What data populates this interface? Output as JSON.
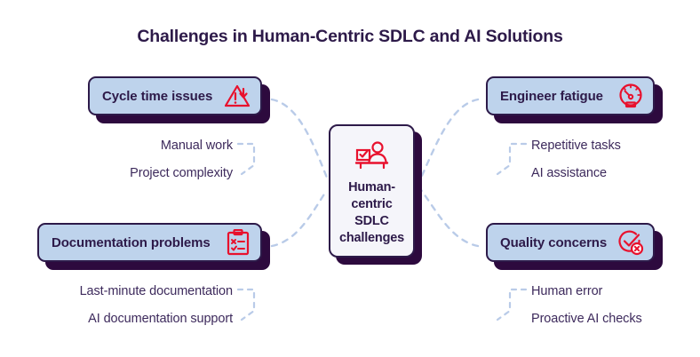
{
  "title": "Challenges in Human-Centric SDLC and AI Solutions",
  "colors": {
    "ink": "#2d1a49",
    "card_fill": "#bed3ec",
    "center_fill": "#f5f5fa",
    "shadow": "#2d0a3e",
    "accent_red": "#e8112d",
    "connector": "#b9cbe8",
    "background": "#ffffff"
  },
  "center": {
    "label": "Human-centric SDLC challenges",
    "icon": "person-at-desk-icon"
  },
  "branches": [
    {
      "id": "cycle-time-issues",
      "label": "Cycle time issues",
      "icon": "warning-triangle-down-arrow-icon",
      "position": "top-left",
      "items": [
        "Manual work",
        "Project complexity"
      ]
    },
    {
      "id": "documentation-problems",
      "label": "Documentation problems",
      "icon": "clipboard-checklist-icon",
      "position": "bottom-left",
      "items": [
        "Last-minute documentation",
        "AI documentation support"
      ]
    },
    {
      "id": "engineer-fatigue",
      "label": "Engineer fatigue",
      "icon": "gauge-icon",
      "position": "top-right",
      "items": [
        "Repetitive tasks",
        "AI assistance"
      ]
    },
    {
      "id": "quality-concerns",
      "label": "Quality concerns",
      "icon": "check-circle-error-badge-icon",
      "position": "bottom-right",
      "items": [
        "Human error",
        "Proactive AI checks"
      ]
    }
  ]
}
